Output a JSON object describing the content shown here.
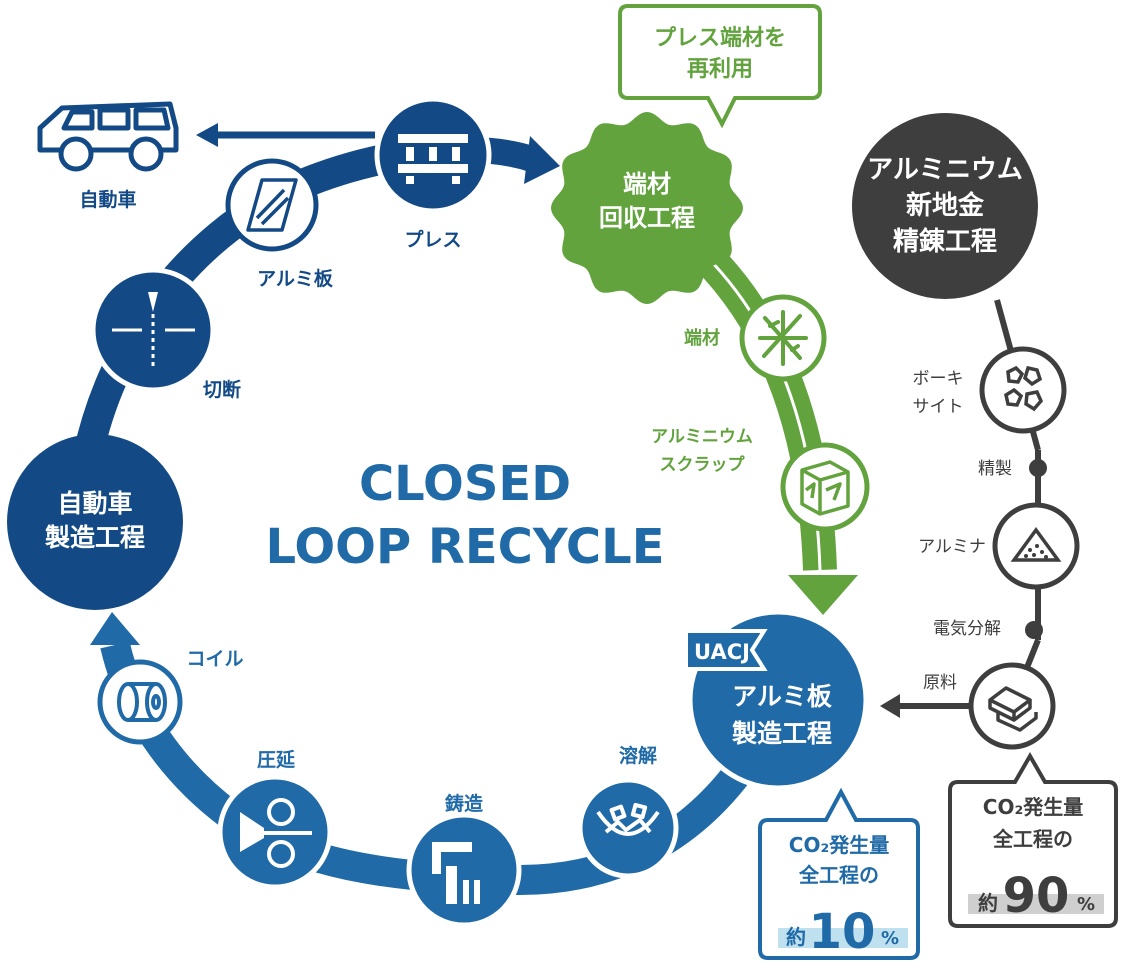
{
  "title": {
    "line1": "CLOSED",
    "line2": "LOOP RECYCLE"
  },
  "nodes": {
    "car": {
      "label": "自動車"
    },
    "press": {
      "label": "プレス"
    },
    "aluminum_sheet": {
      "label": "アルミ板"
    },
    "cutting": {
      "label": "切断"
    },
    "car_manufacturing": {
      "line1": "自動車",
      "line2": "製造工程"
    },
    "scrap_collection": {
      "line1": "端材",
      "line2": "回収工程"
    },
    "offcut": {
      "label": "端材"
    },
    "aluminum_scrap": {
      "line1": "アルミニウム",
      "line2": "スクラップ"
    },
    "uacj_plant": {
      "badge": "UACJ",
      "line1": "アルミ板",
      "line2": "製造工程"
    },
    "melting": {
      "label": "溶解"
    },
    "casting": {
      "label": "鋳造"
    },
    "rolling": {
      "label": "圧延"
    },
    "coil": {
      "label": "コイル"
    },
    "refining": {
      "line1": "アルミニウム",
      "line2": "新地金",
      "line3": "精錬工程"
    },
    "bauxite": {
      "line1": "ボーキ",
      "line2": "サイト"
    },
    "refine_step": {
      "label": "精製"
    },
    "alumina": {
      "label": "アルミナ"
    },
    "electrolysis": {
      "label": "電気分解"
    },
    "raw_material": {
      "label": "原料"
    }
  },
  "callouts": {
    "reuse": {
      "line1": "プレス端材を",
      "line2": "再利用"
    },
    "co2_recycle": {
      "line1": "CO₂発生量",
      "line2": "全工程の",
      "prefix": "約",
      "value": "10",
      "unit": "%"
    },
    "co2_new": {
      "line1": "CO₂発生量",
      "line2": "全工程の",
      "prefix": "約",
      "value": "90",
      "unit": "%"
    }
  },
  "colors": {
    "navy": "#134a86",
    "mid_blue": "#1f6aa7",
    "green": "#62a33e",
    "dark_gray": "#3e3e3e",
    "highlight_blue": "#bfe0ee",
    "highlight_gray": "#cfcfcf"
  },
  "icons": {
    "car": "car-icon",
    "press": "press-icon",
    "sheet": "sheet-icon",
    "cut": "cut-icon",
    "offcut": "offcut-icon",
    "scrap": "scrap-icon",
    "melting": "melting-icon",
    "casting": "casting-icon",
    "rolling": "rolling-icon",
    "coil": "coil-icon",
    "bauxite": "bauxite-icon",
    "alumina": "alumina-icon",
    "ingot": "ingot-icon"
  }
}
